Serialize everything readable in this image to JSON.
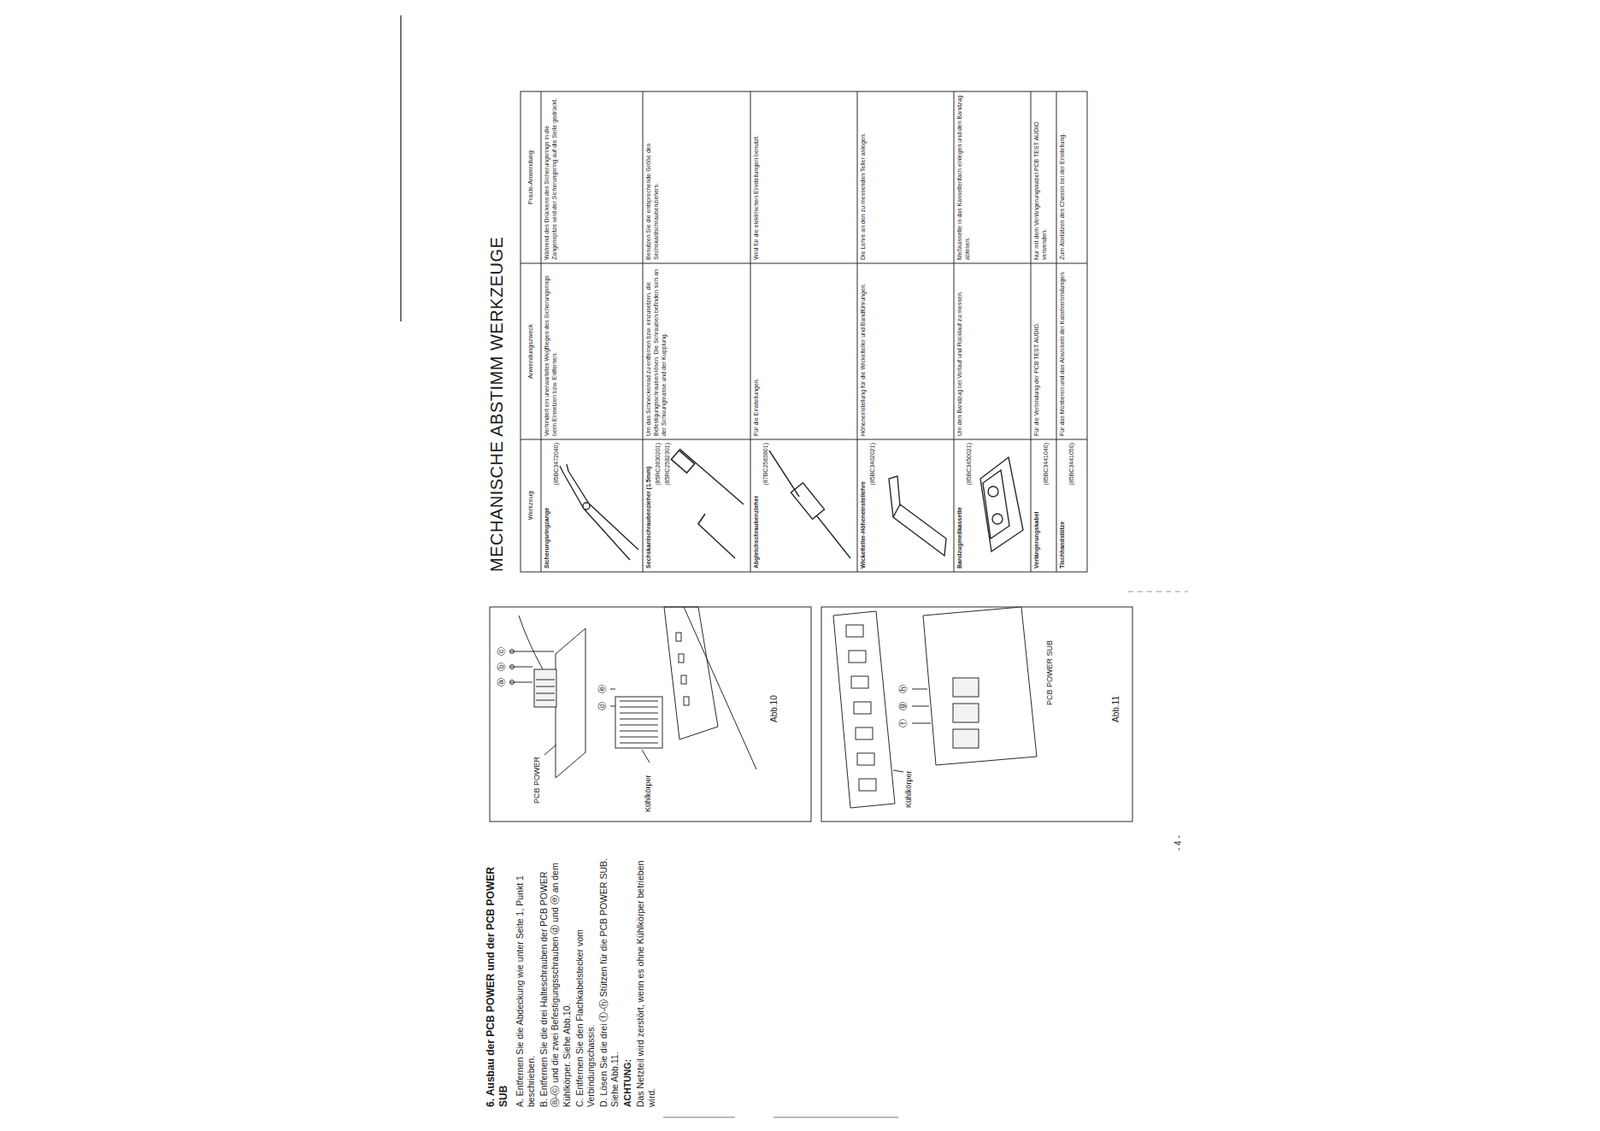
{
  "diagram": {
    "title": "MECHANISCHE ABSTIMM WERKZEUGE",
    "labels": [
      "6. Ausbau der PCB POWER und der PCB POWER SUB",
      "A. Entfernen Sie die Abdeckung wie unter Seite 1, Punkt 1 beschrieben.",
      "B. Entfernen Sie die drei Halteschrauben der PCB POWER ⓐ-ⓒ und die zwei Befestigungsschrauben ⓓ und ⓔ an dem Kühlkörper. Siehe Abb.10.",
      "C. Entfernen Sie den Flachkabelstecker vom Verbindungschassis.",
      "D. Lösen Sie die drei ⓕ-ⓗ Stützen für die PCB POWER SUB. Siehe Abb.11.",
      "ACHTUNG:",
      "Das Netzteil wird zerstört, wenn es ohne Kühlkörper betrieben wird.",
      "PCB POWER",
      "Kühlkörper",
      "ⓐ",
      "ⓑ",
      "ⓒ",
      "ⓓ",
      "ⓔ",
      "Abb.10",
      "Kühlkörper",
      "PCB POWER SUB",
      "ⓕ",
      "ⓖ",
      "ⓗ",
      "Abb.11",
      "Werkzeug",
      "Anwendungszweck",
      "Praxis-Anwendung",
      "Sicherungsringzange",
      "(85BC3472040)",
      "Verhindert ein unerwartetes Wegfliegen des Sicherungsrings beim Einsetzen bzw. Entfernen.",
      "Während des Drückens des Sicherungsrings in die Zangenspitze wird der Sicherungsring auf die Seite gedrückt.",
      "Sechskantschraubenzieher (1.5mm)",
      "(85RC2830201)",
      "(85RC2582301)",
      "Um das Schneckenrad zu entfernen bzw. einzusetzen, die Befestigungsschrauben lösen. Die Schrauben befinden sich an der Schwungmasse und der Kupplung.",
      "Benutzen Sie die entsprechende Größe des Sechskantschraubenziehers.",
      "Abgleichschraubenzieher",
      "(87BC2583801)",
      "Für die Einstellungen.",
      "Wird für die elektrischen Einstellungen benutzt.",
      "Wickelteller-Höheneinstellehre",
      "(85BC3402021)",
      "Höheneinstellung für die Wickelteller und Bandführungen.",
      "Die Lehre an den zu messenden Teller anlegen.",
      "Bandzugmeßkassette",
      "(85BC3450021)",
      "Um den Bandzug bei Vorlauf und Rücklauf zu messen.",
      "Meßkassette in das Kassettenfach einlegen und den Bandzug ablesen.",
      "Verlängerungskabel",
      "(85BC3441040)",
      "Für die Verbindung der PCB TEST AUDIO.",
      "Nur mit dem Verlängerungskabel PCB TEST AUDIO verwenden.",
      "Tischhandstütze",
      "(85BC3441050)",
      "Für das Montieren und das Abwickeln der Kabelverbindungen.",
      "Zum Abstützen des Chassis bei der Einstellung.",
      "- 4 -"
    ]
  }
}
